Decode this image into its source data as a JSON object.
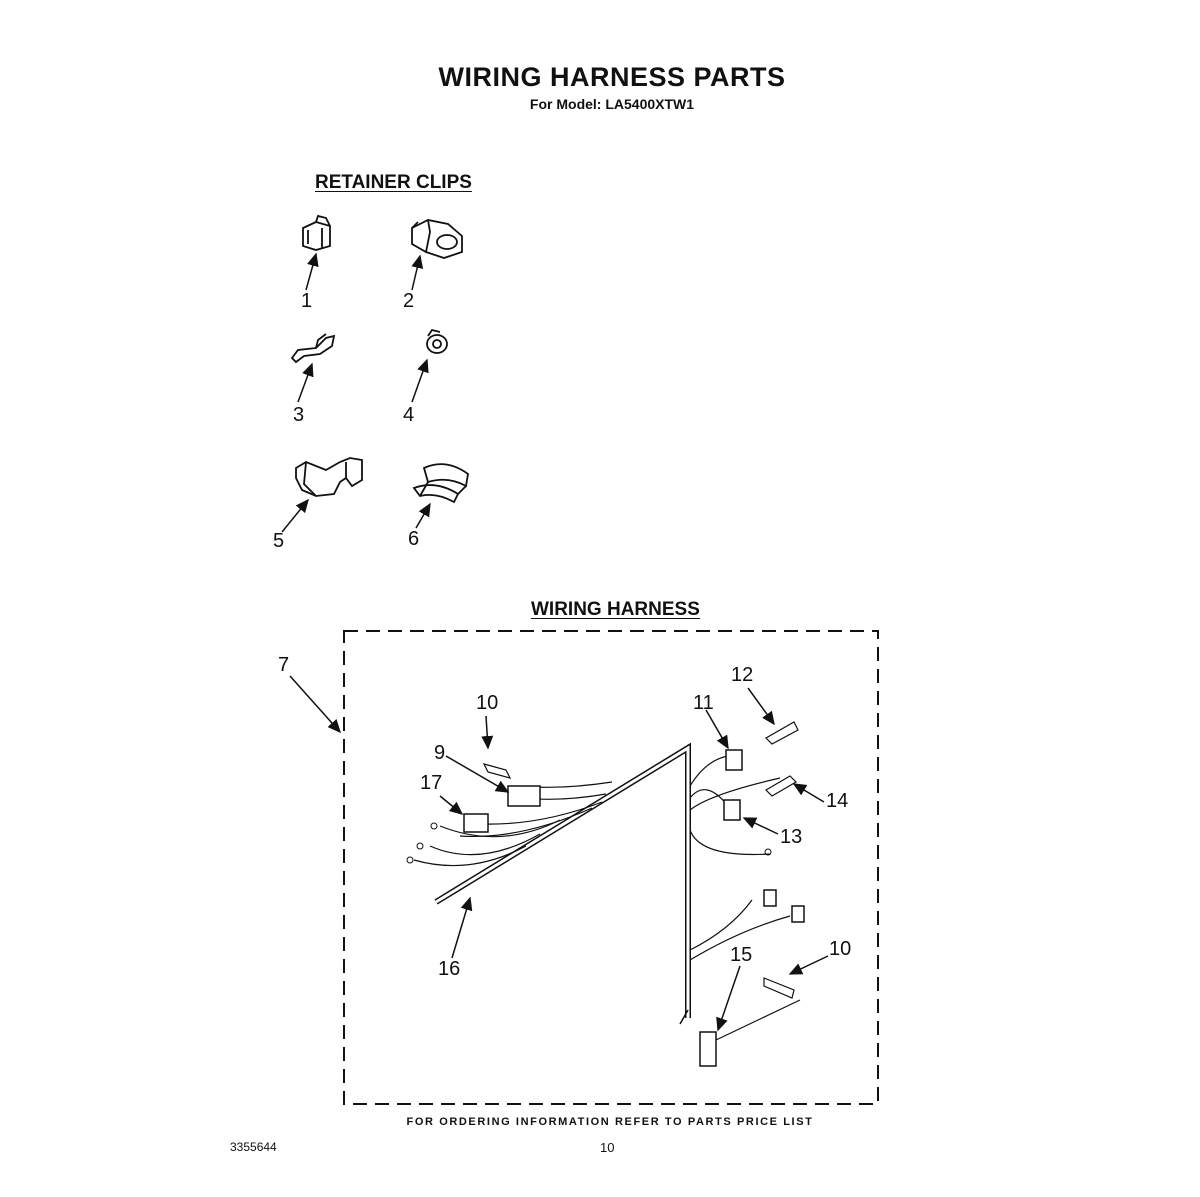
{
  "header": {
    "title": "WIRING HARNESS PARTS",
    "subtitle": "For Model: LA5400XTW1"
  },
  "sections": {
    "retainer_clips": "RETAINER CLIPS",
    "wiring_harness": "WIRING HARNESS"
  },
  "callouts": {
    "c1": "1",
    "c2": "2",
    "c3": "3",
    "c4": "4",
    "c5": "5",
    "c6": "6",
    "c7": "7",
    "c9": "9",
    "c10a": "10",
    "c10b": "10",
    "c11": "11",
    "c12": "12",
    "c13": "13",
    "c14": "14",
    "c15": "15",
    "c16": "16",
    "c17": "17"
  },
  "footer": {
    "ordering_note": "FOR ORDERING INFORMATION REFER TO PARTS PRICE LIST",
    "document_number": "3355644",
    "page_number": "10"
  }
}
